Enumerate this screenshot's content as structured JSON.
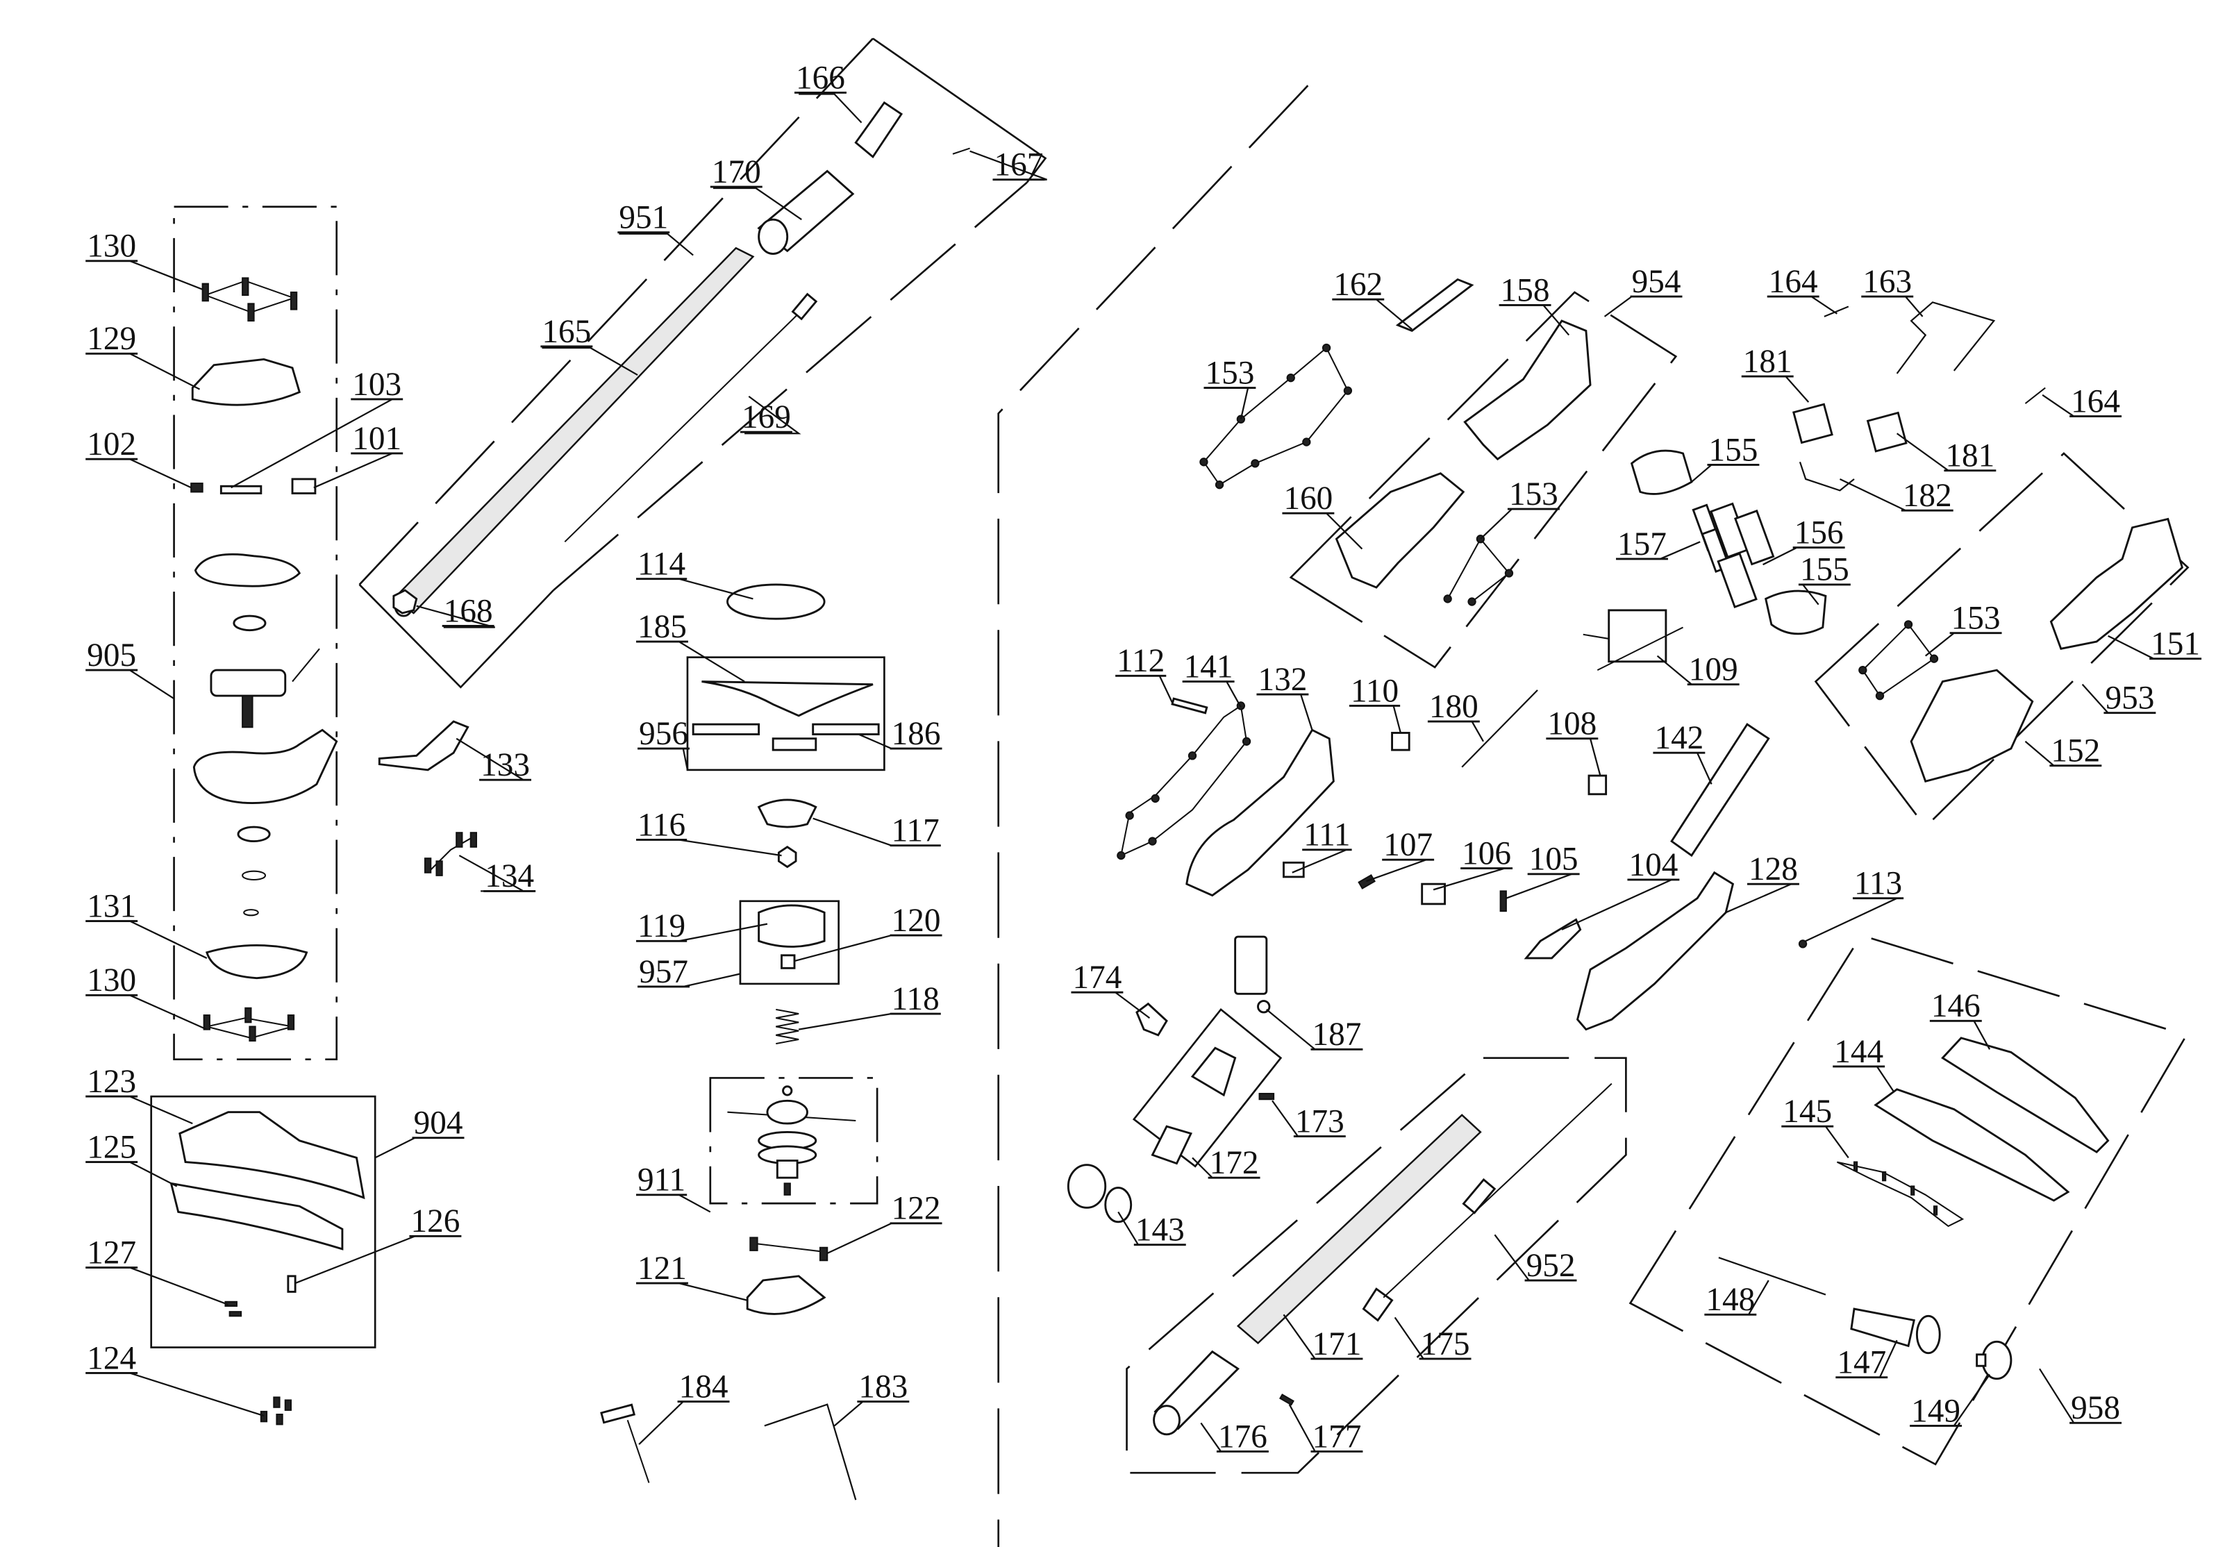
{
  "diagram": {
    "title": "Exploded parts diagram",
    "part_labels": [
      "166",
      "167",
      "170",
      "951",
      "165",
      "169",
      "168",
      "130",
      "129",
      "103",
      "102",
      "101",
      "905",
      "131",
      "130-lower",
      "133",
      "134",
      "123",
      "125",
      "904",
      "126",
      "127",
      "124",
      "114",
      "185",
      "956",
      "186",
      "116",
      "117",
      "119",
      "120",
      "957",
      "118",
      "911",
      "122",
      "121",
      "184",
      "183",
      "162",
      "158",
      "954",
      "153",
      "160",
      "153-mid",
      "164",
      "163",
      "181",
      "164-right",
      "181-right",
      "182",
      "155",
      "157",
      "156",
      "155-lower",
      "109",
      "153-right",
      "151",
      "953",
      "152",
      "112",
      "141",
      "132",
      "110",
      "180",
      "108",
      "142",
      "111",
      "107",
      "106",
      "105",
      "104",
      "128",
      "113",
      "174",
      "187",
      "172",
      "173",
      "143",
      "171",
      "175",
      "952",
      "176",
      "177",
      "146",
      "144",
      "145",
      "148",
      "147",
      "149",
      "958"
    ],
    "labels": {
      "p166": "166",
      "p167": "167",
      "p170": "170",
      "p951": "951",
      "p165": "165",
      "p169": "169",
      "p168": "168",
      "p130a": "130",
      "p129": "129",
      "p103": "103",
      "p102": "102",
      "p101": "101",
      "p905": "905",
      "p131": "131",
      "p130b": "130",
      "p133": "133",
      "p134": "134",
      "p123": "123",
      "p125": "125",
      "p904": "904",
      "p126": "126",
      "p127": "127",
      "p124": "124",
      "p114": "114",
      "p185": "185",
      "p956": "956",
      "p186": "186",
      "p116": "116",
      "p117": "117",
      "p119": "119",
      "p120": "120",
      "p957": "957",
      "p118": "118",
      "p911": "911",
      "p122": "122",
      "p121": "121",
      "p184": "184",
      "p183": "183",
      "p162": "162",
      "p158": "158",
      "p954": "954",
      "p153a": "153",
      "p160": "160",
      "p153b": "153",
      "p164a": "164",
      "p163": "163",
      "p181a": "181",
      "p164b": "164",
      "p181b": "181",
      "p182": "182",
      "p155a": "155",
      "p157": "157",
      "p156": "156",
      "p155b": "155",
      "p109": "109",
      "p153c": "153",
      "p151": "151",
      "p953": "953",
      "p152": "152",
      "p112": "112",
      "p141": "141",
      "p132": "132",
      "p110": "110",
      "p180": "180",
      "p108": "108",
      "p142": "142",
      "p111": "111",
      "p107": "107",
      "p106": "106",
      "p105": "105",
      "p104": "104",
      "p128": "128",
      "p113": "113",
      "p174": "174",
      "p187": "187",
      "p172": "172",
      "p173": "173",
      "p143": "143",
      "p171": "171",
      "p175": "175",
      "p952": "952",
      "p176": "176",
      "p177": "177",
      "p146": "146",
      "p144": "144",
      "p145": "145",
      "p148": "148",
      "p147": "147",
      "p149": "149",
      "p958": "958"
    },
    "part_icons": {
      "screw": "screw-icon",
      "spring": "spring-icon",
      "nut": "nut-icon",
      "tube": "tube-icon",
      "housing": "housing-icon",
      "battery_cell": "battery-cell-icon",
      "wrench": "wrench-icon",
      "hex_key": "hex-key-icon"
    },
    "colors": {
      "line": "#111111",
      "background": "#ffffff"
    }
  }
}
